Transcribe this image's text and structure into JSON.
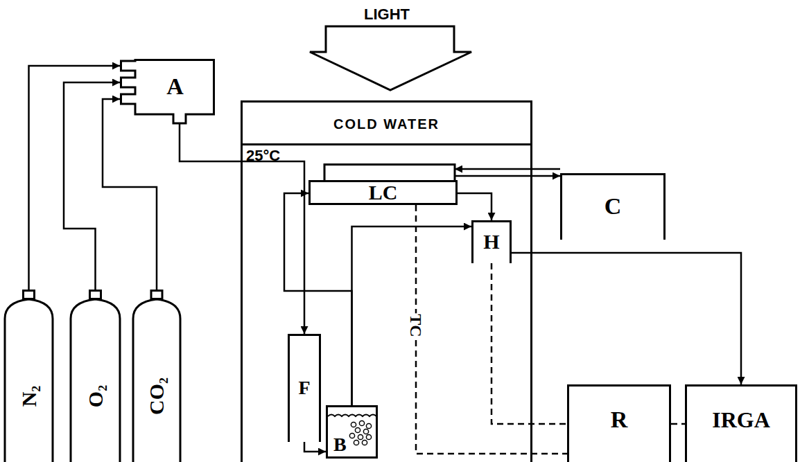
{
  "diagram": {
    "nodes": [
      {
        "text": [
          "N₂"
        ]
      },
      {
        "text": [
          "O₂"
        ]
      },
      {
        "text": [
          "CO₂"
        ]
      },
      {
        "text": [
          "A"
        ]
      },
      {
        "text": [
          "25°C"
        ]
      },
      {
        "text": [
          "COLD WATER"
        ],
        "in": 4
      },
      {
        "text": [
          "LC"
        ],
        "in": 4
      },
      {
        "text": [
          "C"
        ]
      },
      {
        "text": [
          "H"
        ],
        "in": 4
      },
      {
        "text": [
          "F"
        ],
        "in": 4
      },
      {
        "text": [
          "B"
        ],
        "in": 4
      },
      {
        "text": [
          "R"
        ]
      },
      {
        "text": [
          "IRGA"
        ]
      }
    ],
    "edges": [
      {
        "from": 0,
        "to": 3,
        "arrow": "to"
      },
      {
        "from": 1,
        "to": 3,
        "arrow": "to"
      },
      {
        "from": 2,
        "to": 3,
        "arrow": "to"
      },
      {
        "from": 3,
        "to": 9,
        "arrow": "to"
      },
      {
        "from": 9,
        "to": 10,
        "arrow": "to"
      },
      {
        "from": 10,
        "to": 6,
        "arrow": "to"
      },
      {
        "from": 10,
        "to": 8,
        "arrow": "to"
      },
      {
        "from": 6,
        "to": 8,
        "arrow": "to"
      },
      {
        "from": 7,
        "to": 6,
        "arrow": "to"
      },
      {
        "from": 6,
        "to": 7,
        "arrow": "to"
      },
      {
        "from": 8,
        "to": 12,
        "arrow": "to"
      },
      {
        "from": 6,
        "to": 11,
        "arrow": "none"
      },
      {
        "from": 8,
        "to": 11,
        "arrow": "none"
      },
      {
        "from": 11,
        "to": 12,
        "arrow": "none"
      }
    ],
    "labels": [
      "LIGHT",
      "TC"
    ]
  }
}
